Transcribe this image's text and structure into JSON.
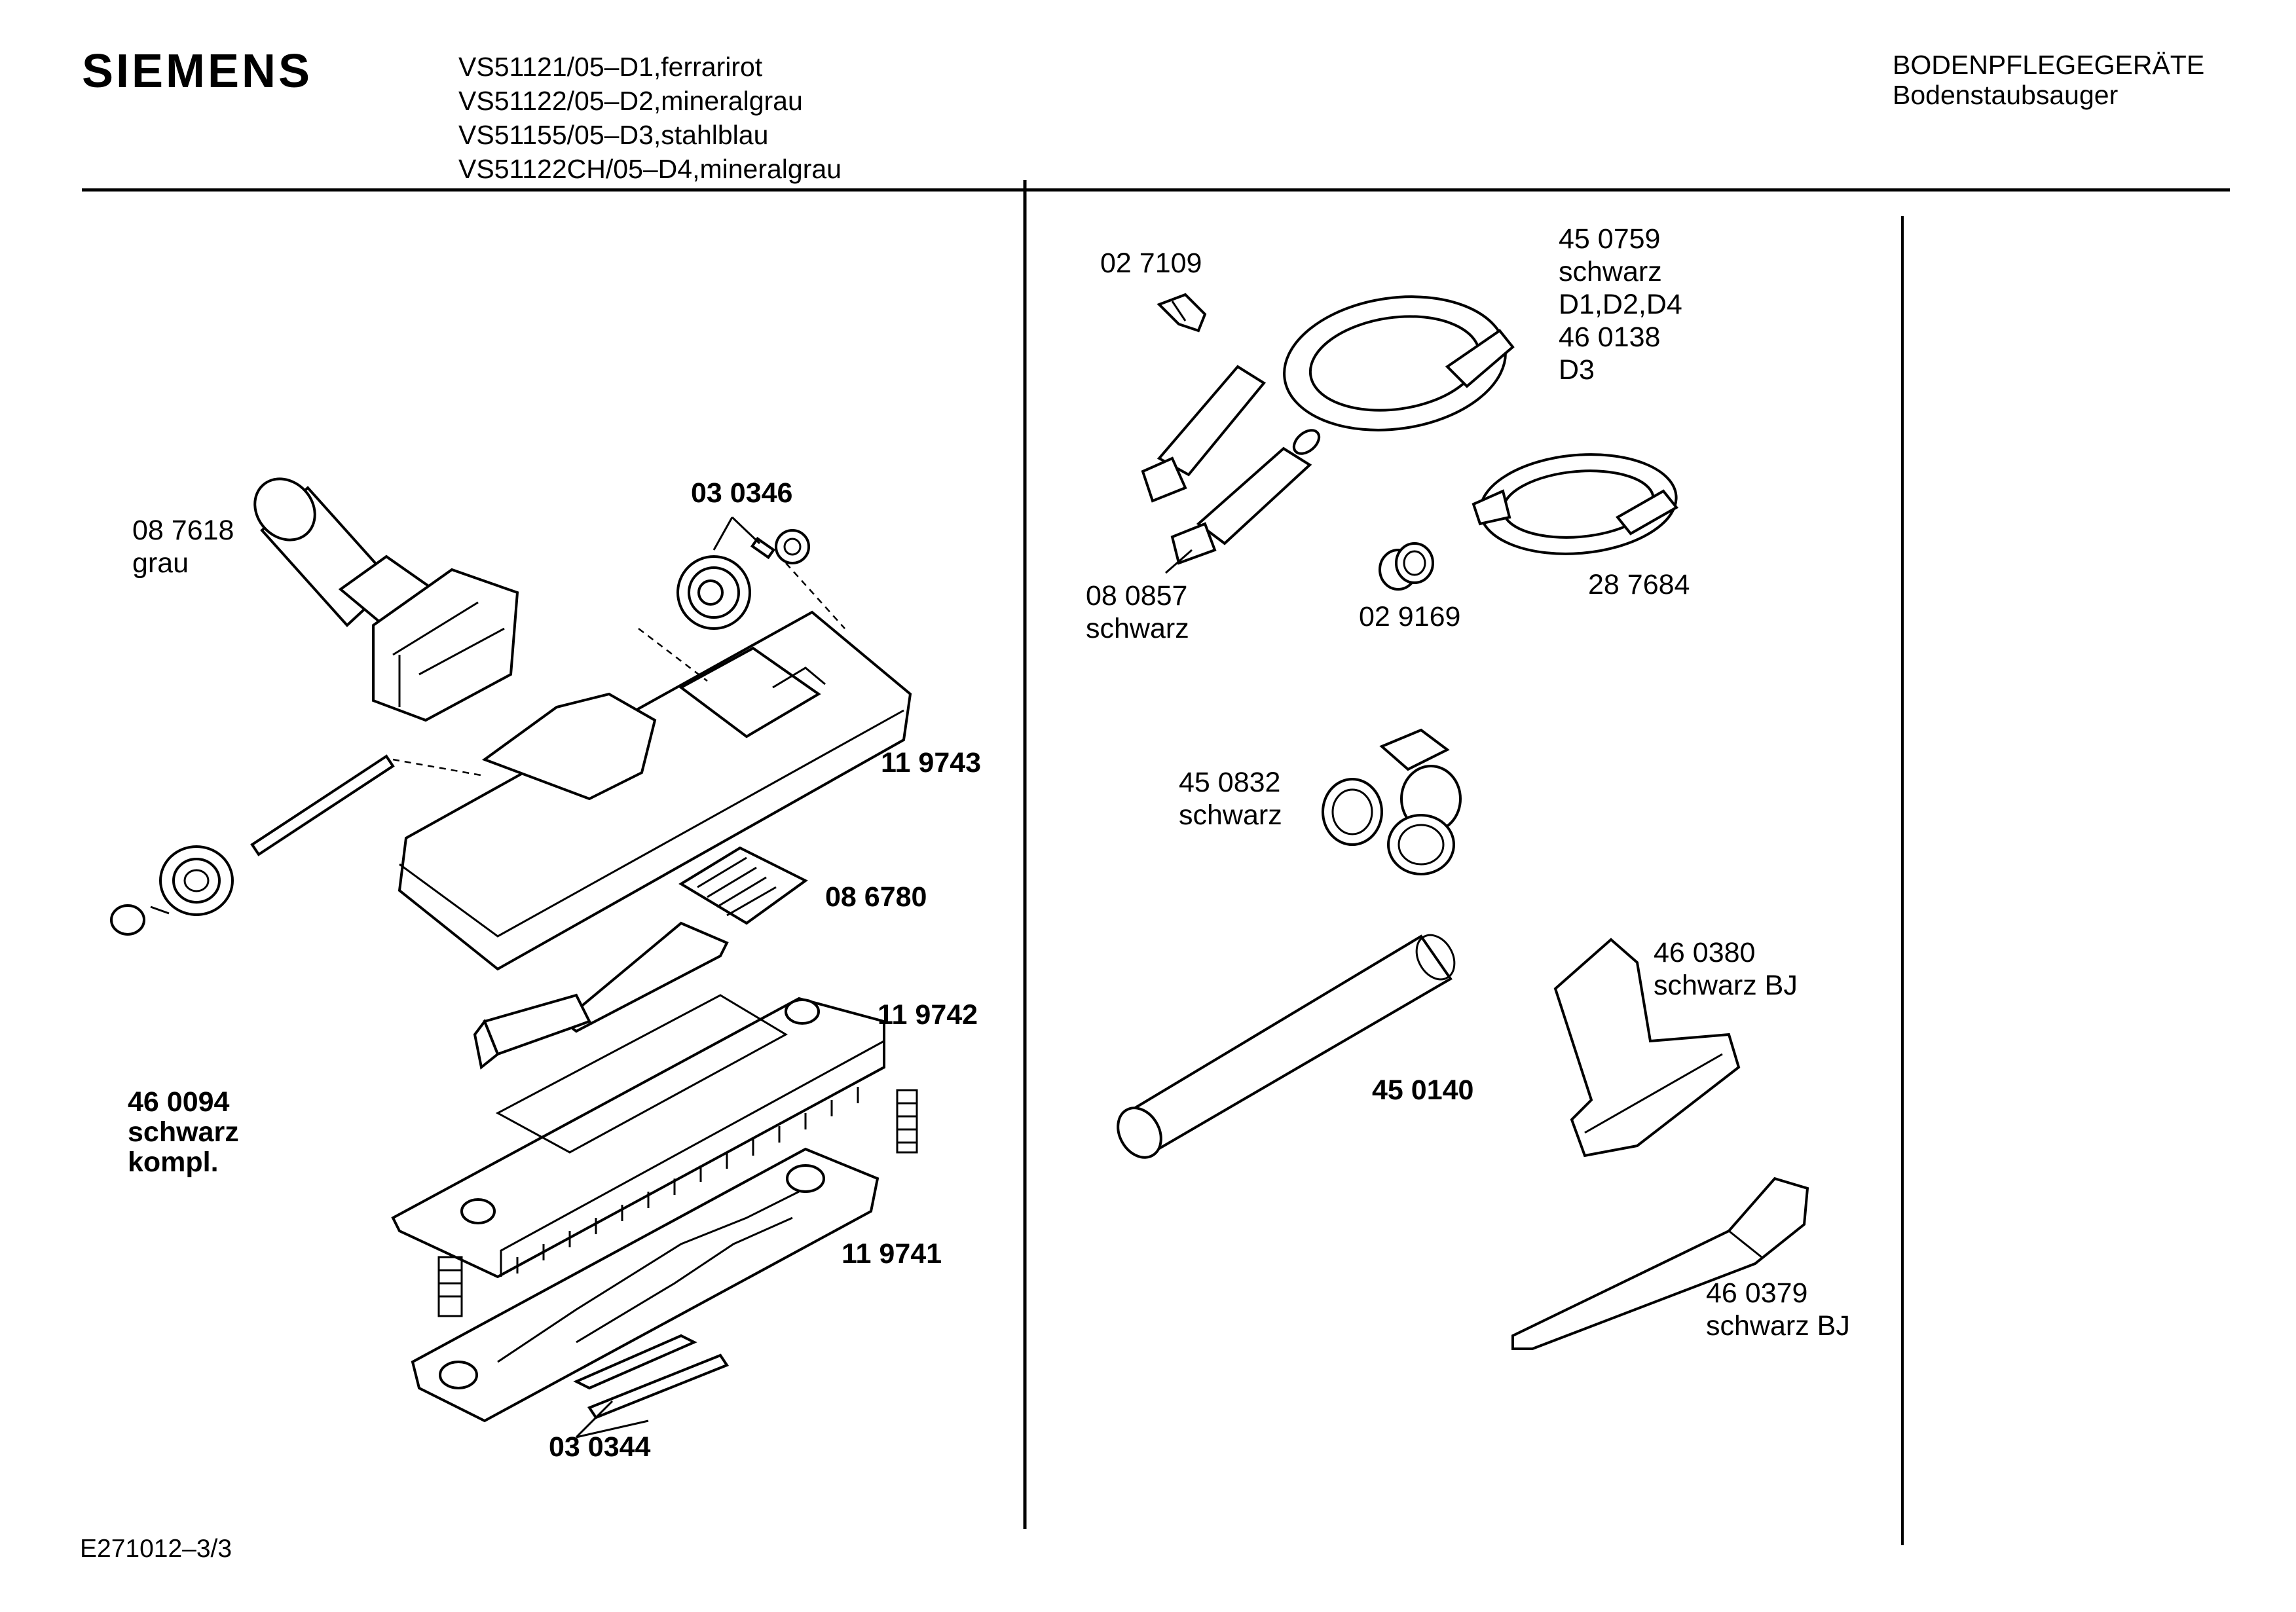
{
  "header": {
    "brand": "SIEMENS",
    "models": [
      "VS51121/05–D1,ferrarirot",
      "VS51122/05–D2,mineralgrau",
      "VS51155/05–D3,stahlblau",
      "VS51122CH/05–D4,mineralgrau"
    ],
    "category": "BODENPFLEGEGERÄTE",
    "subcategory": "Bodenstaubsauger"
  },
  "footer": {
    "doc_ref": "E271012–3/3"
  },
  "left_panel": {
    "p087618": {
      "number": "08 7618",
      "note": "grau"
    },
    "p030346": {
      "number": "03 0346"
    },
    "p119743": {
      "number": "11 9743"
    },
    "p086780": {
      "number": "08 6780"
    },
    "p119742": {
      "number": "11 9742"
    },
    "p460094": {
      "number": "46 0094",
      "note": "schwarz",
      "note2": "kompl."
    },
    "p119741": {
      "number": "11 9741"
    },
    "p030344": {
      "number": "03 0344"
    }
  },
  "right_panel": {
    "p027109": {
      "number": "02 7109"
    },
    "p450759": {
      "number": "45 0759",
      "note": "schwarz",
      "variants": "D1,D2,D4",
      "alt_number": "46 0138",
      "alt_variant": "D3"
    },
    "p080857": {
      "number": "08 0857",
      "note": "schwarz"
    },
    "p029169": {
      "number": "02 9169"
    },
    "p287684": {
      "number": "28 7684"
    },
    "p450832": {
      "number": "45 0832",
      "note": "schwarz"
    },
    "p460380": {
      "number": "46 0380",
      "note": "schwarz BJ"
    },
    "p450140": {
      "number": "45 0140"
    },
    "p460379": {
      "number": "46 0379",
      "note": "schwarz BJ"
    }
  }
}
